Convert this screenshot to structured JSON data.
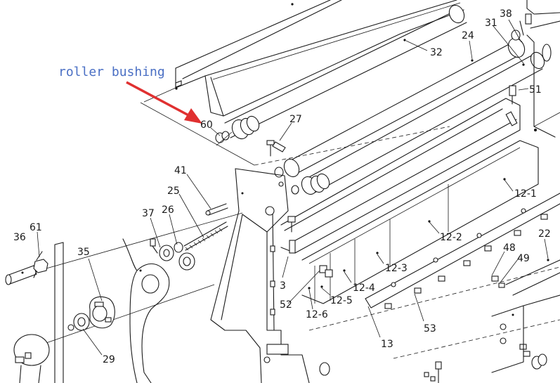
{
  "annotation": {
    "text": "roller bushing",
    "color": "#4a6fc4",
    "arrow_color": "#e03030"
  },
  "callouts": {
    "c60": "60",
    "c27": "27",
    "c41": "41",
    "c25": "25",
    "c37": "37",
    "c26": "26",
    "c36": "36",
    "c61": "61",
    "c35": "35",
    "c29": "29",
    "c32": "32",
    "c24": "24",
    "c31": "31",
    "c38": "38",
    "c51": "51",
    "c12_1": "12-1",
    "c12_2": "12-2",
    "c12_3": "12-3",
    "c12_4": "12-4",
    "c12_5": "12-5",
    "c12_6": "12-6",
    "c3": "3",
    "c52": "52",
    "c53": "53",
    "c13": "13",
    "c48": "48",
    "c49": "49",
    "c22": "22"
  }
}
